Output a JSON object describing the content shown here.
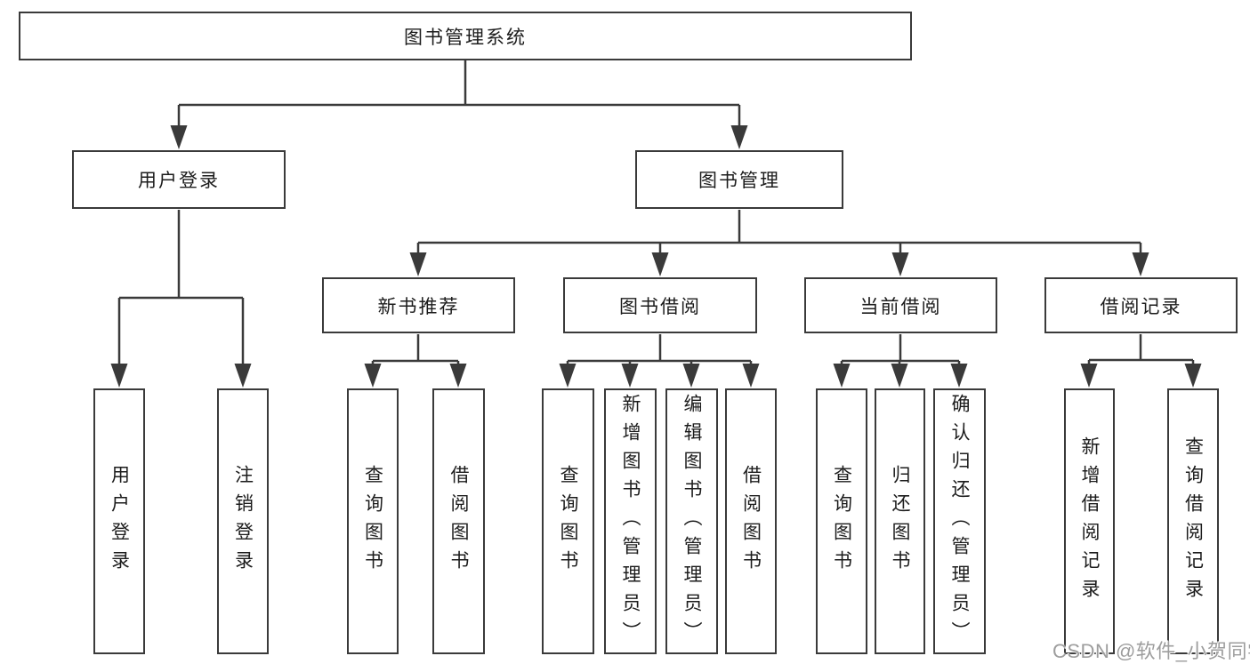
{
  "diagram": {
    "root": {
      "label": "图书管理系统"
    },
    "branches": [
      {
        "label": "用户登录",
        "children": [
          {
            "label": "用户登录"
          },
          {
            "label": "注销登录"
          }
        ]
      },
      {
        "label": "图书管理",
        "children": [
          {
            "label": "新书推荐",
            "children": [
              {
                "label": "查询图书"
              },
              {
                "label": "借阅图书"
              }
            ]
          },
          {
            "label": "图书借阅",
            "children": [
              {
                "label": "查询图书"
              },
              {
                "label": "新增图书（管理员）"
              },
              {
                "label": "编辑图书（管理员）"
              },
              {
                "label": "借阅图书"
              }
            ]
          },
          {
            "label": "当前借阅",
            "children": [
              {
                "label": "查询图书"
              },
              {
                "label": "归还图书"
              },
              {
                "label": "确认归还（管理员）"
              }
            ]
          },
          {
            "label": "借阅记录",
            "children": [
              {
                "label": "新增借阅记录"
              },
              {
                "label": "查询借阅记录"
              }
            ]
          }
        ]
      }
    ]
  },
  "watermark": {
    "text": "CSDN @软件_小贺同学"
  },
  "colors": {
    "line": "#3a3a3a",
    "text": "#1c1c1c",
    "watermark": "#9d9d9d",
    "background": "#ffffff"
  }
}
